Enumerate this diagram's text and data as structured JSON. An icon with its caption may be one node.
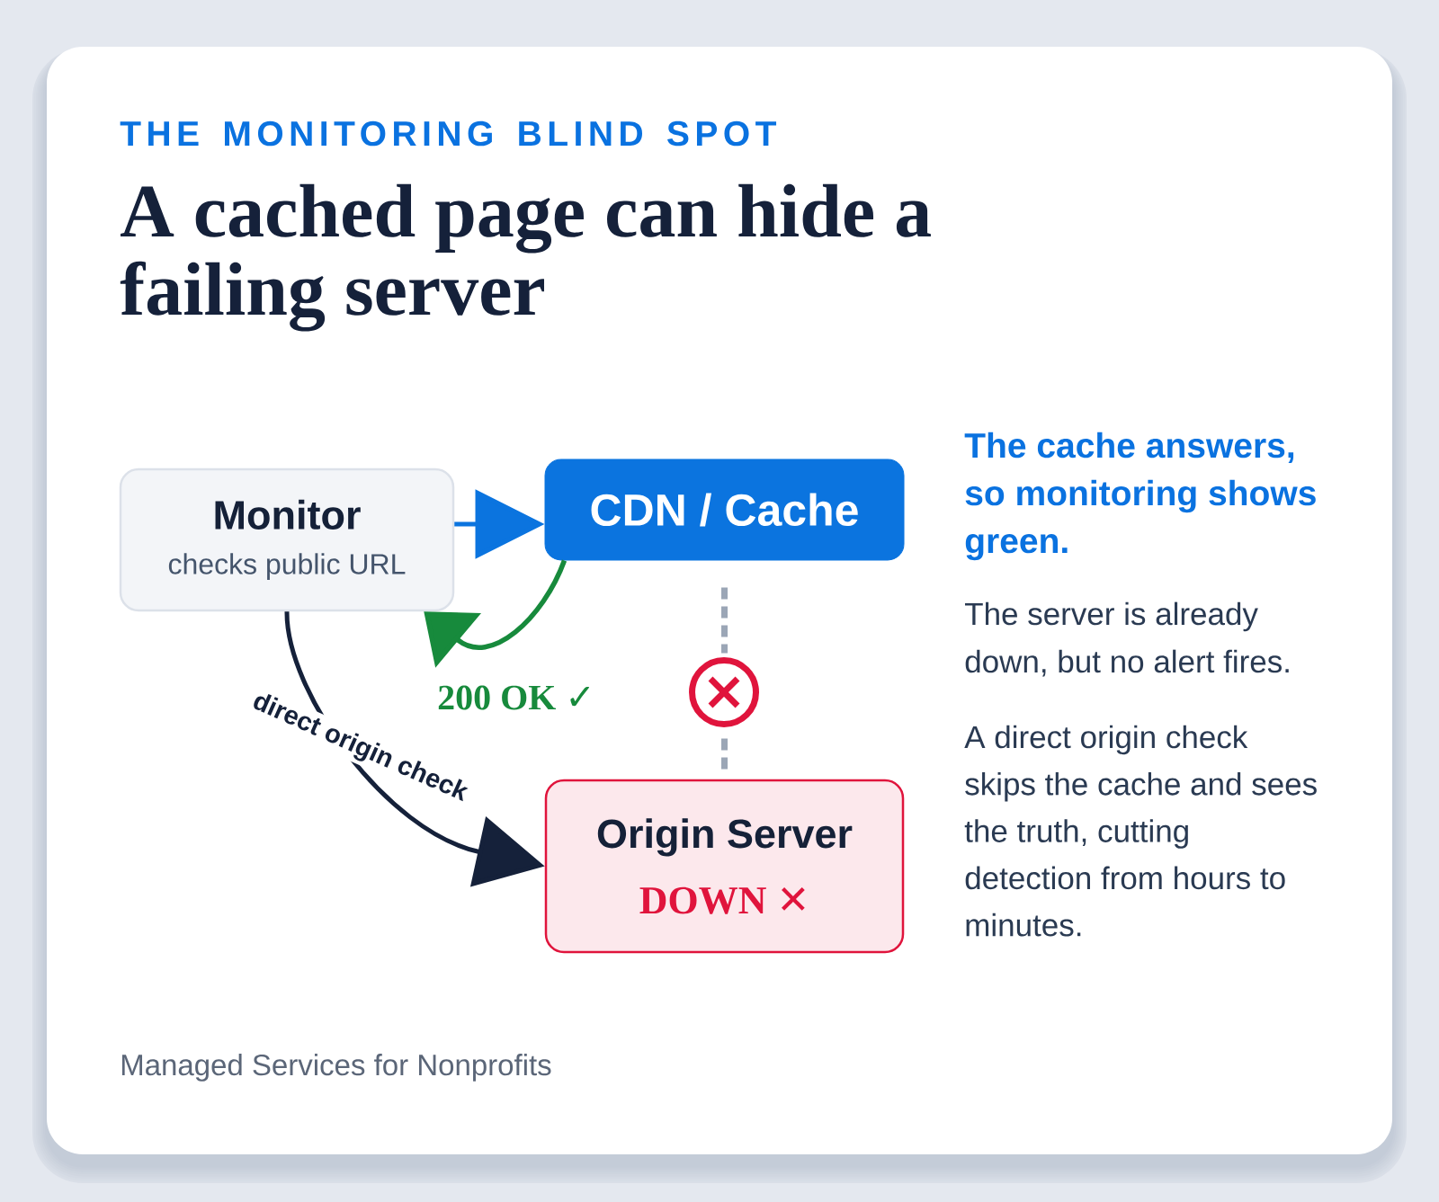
{
  "diagram": {
    "title": "A cached page can hide a failing server",
    "nodes": [
      {
        "text": [
          "Monitor",
          "checks public URL"
        ]
      },
      {
        "text": [
          "CDN / Cache"
        ]
      },
      {
        "text": [
          "Origin Server",
          "DOWN ✕"
        ]
      }
    ],
    "edges": [
      {
        "from": 0,
        "to": 1,
        "arrow": "to",
        "color": "#0b74df"
      },
      {
        "from": 1,
        "to": 0,
        "arrow": "to",
        "label": "200 OK ✓",
        "color": "#178a3c"
      },
      {
        "from": 0,
        "to": 2,
        "arrow": "to",
        "label": "direct origin check",
        "color": "#15213a"
      },
      {
        "from": 1,
        "to": 2,
        "arrow": "none",
        "style": "dashed",
        "color": "#9ba6b6"
      }
    ],
    "labels": [
      "THE MONITORING BLIND SPOT",
      "The cache answers, so monitoring shows green.",
      "The server is already down, but no alert fires.",
      "A direct origin check skips the cache and sees the truth, cutting detection from hours to minutes.",
      "Managed Services for Nonprofits"
    ]
  }
}
